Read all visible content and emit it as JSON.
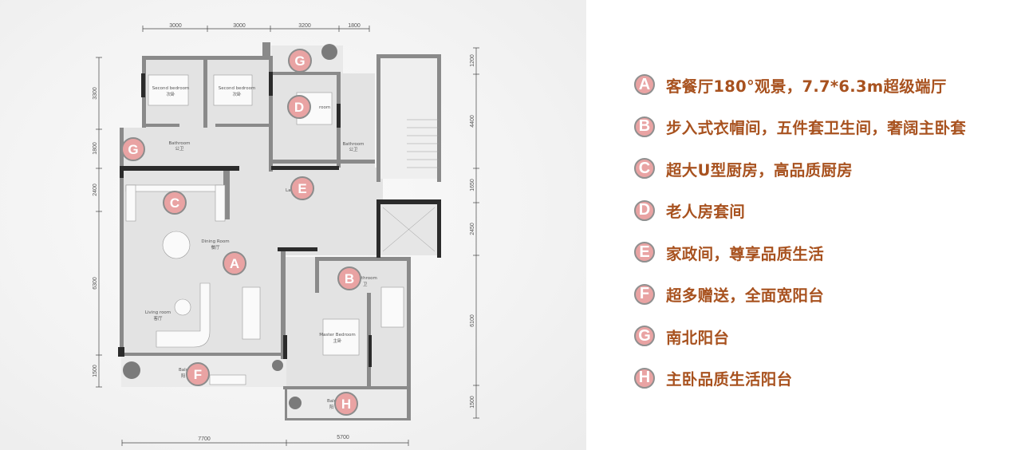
{
  "colors": {
    "legend_text": "#a8521f",
    "badge_fill": "#e9a3a3",
    "badge_border": "#8f8f8f",
    "wall": "#8a8a8a",
    "dark_wall": "#2b2b2b"
  },
  "dimensions": {
    "top": [
      "3000",
      "3000",
      "3200",
      "1800"
    ],
    "left": [
      "3300",
      "1800",
      "2400",
      "6300",
      "1500"
    ],
    "right": [
      "1200",
      "4400",
      "1650",
      "2450",
      "6100",
      "1500"
    ],
    "bottom": [
      "7700",
      "5700"
    ]
  },
  "rooms": {
    "second_bedroom_1": {
      "en": "Second bedroom",
      "cn": "次卧"
    },
    "second_bedroom_2": {
      "en": "Second bedroom",
      "cn": "次卧"
    },
    "bathroom_public": {
      "en": "Bathroom",
      "cn": "公卫"
    },
    "bathroom_d": {
      "en": "Bathroom",
      "cn": "公卫"
    },
    "d_room": {
      "en": "room"
    },
    "laundry": {
      "en": "Lau"
    },
    "dining": {
      "en": "Dining Room",
      "cn": "餐厅"
    },
    "living": {
      "en": "Living room",
      "cn": "客厅"
    },
    "bathroom_master": {
      "en": "throom",
      "cn": "卫"
    },
    "master": {
      "en": "Master Bedroom",
      "cn": "主卧"
    },
    "balcony_f": {
      "en": "Balc",
      "cn": "阳"
    },
    "balcony_h": {
      "en": "Balc",
      "cn": "阳"
    }
  },
  "markers": {
    "A": "A",
    "B": "B",
    "C": "C",
    "D": "D",
    "E": "E",
    "F": "F",
    "G": "G",
    "H": "H"
  },
  "legend": [
    {
      "badge": "A",
      "text": "客餐厅180°观景，7.7*6.3m超级端厅"
    },
    {
      "badge": "B",
      "text": "步入式衣帽间，五件套卫生间，奢阔主卧套"
    },
    {
      "badge": "C",
      "text": "超大U型厨房，高品质厨房"
    },
    {
      "badge": "D",
      "text": "老人房套间"
    },
    {
      "badge": "E",
      "text": "家政间，尊享品质生活"
    },
    {
      "badge": "F",
      "text": "超多赠送，全面宽阳台"
    },
    {
      "badge": "G",
      "text": "南北阳台"
    },
    {
      "badge": "H",
      "text": "主卧品质生活阳台"
    }
  ]
}
